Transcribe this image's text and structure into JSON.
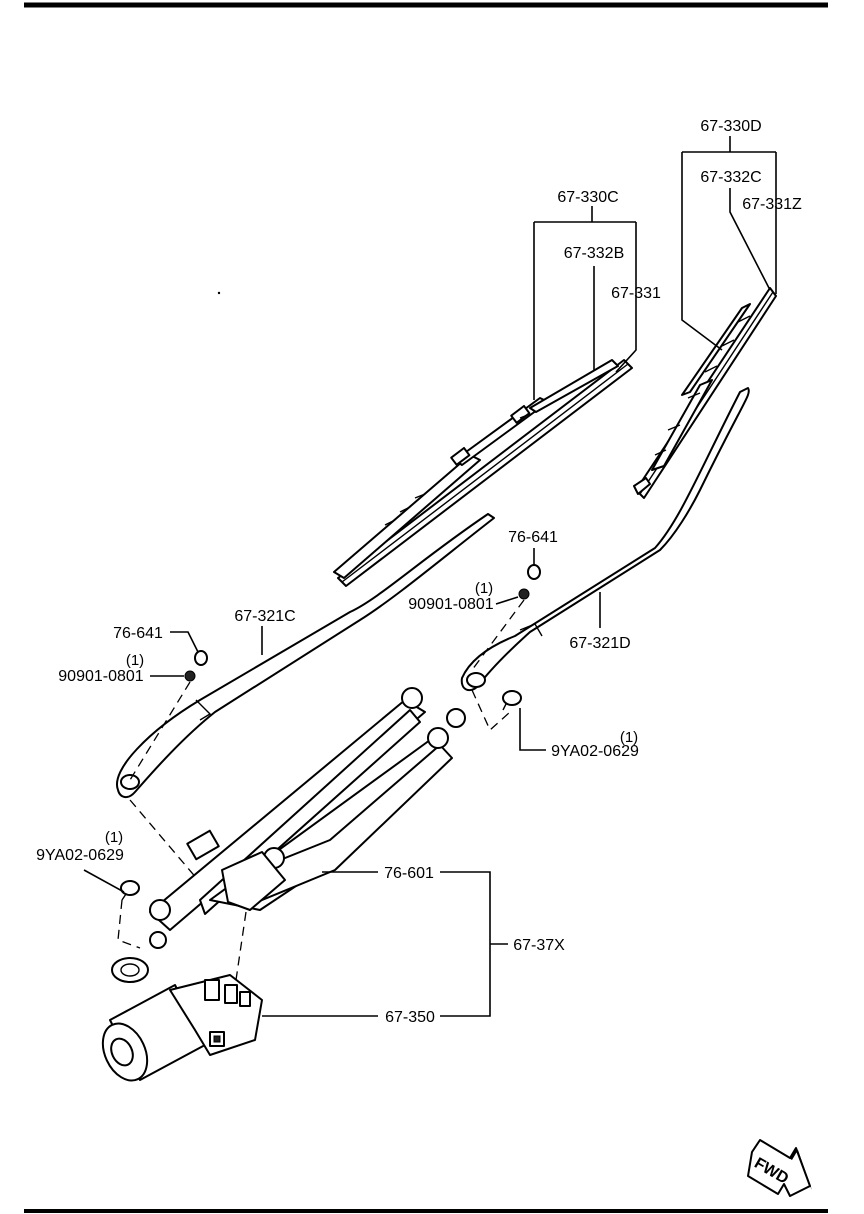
{
  "labels": {
    "blade_d": "67-330D",
    "rubber_d": "67-332C",
    "spoiler_d": "67-331Z",
    "blade_c": "67-330C",
    "rubber_c": "67-332B",
    "spoiler_c": "67-331",
    "cap_right": "76-641",
    "nut_right_qty": "(1)",
    "nut_right": "90901-0801",
    "arm_right": "67-321D",
    "cap_left": "76-641",
    "arm_left": "67-321C",
    "nut_left_qty": "(1)",
    "nut_left": "90901-0801",
    "bolt_right_qty": "(1)",
    "bolt_right": "9YA02-0629",
    "bolt_left_qty": "(1)",
    "bolt_left": "9YA02-0629",
    "link": "76-601",
    "assembly": "67-37X",
    "motor": "67-350"
  },
  "fwd_label": "FWD"
}
